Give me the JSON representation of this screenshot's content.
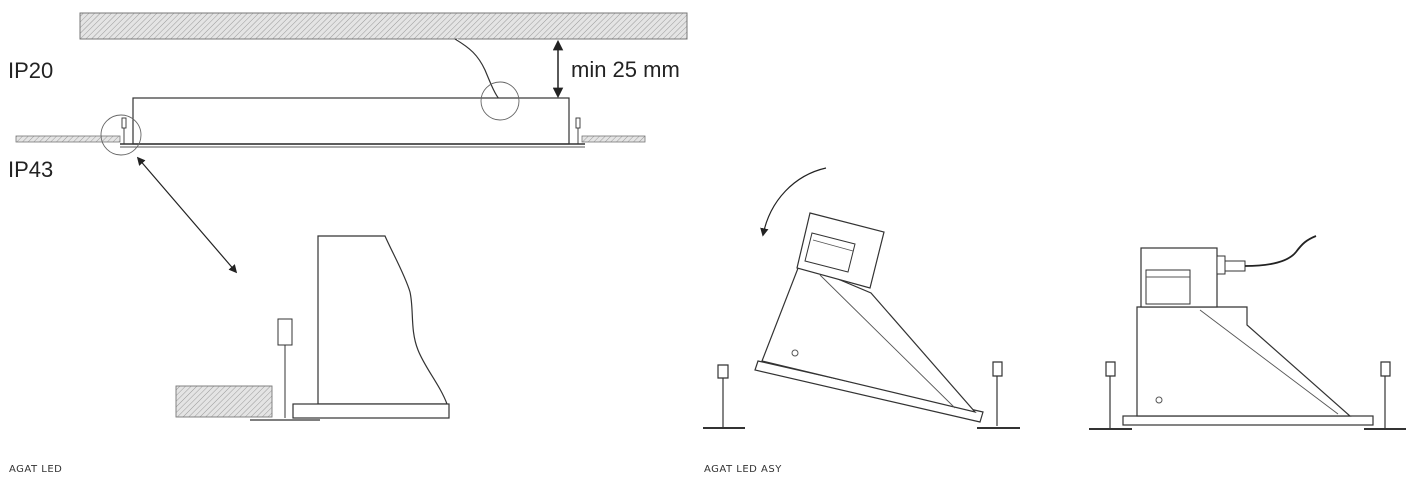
{
  "labels": {
    "ip20": "IP20",
    "ip43": "IP43",
    "clearance": "min 25 mm"
  },
  "captions": {
    "left": "AGAT LED",
    "right": "AGAT LED ASY"
  }
}
